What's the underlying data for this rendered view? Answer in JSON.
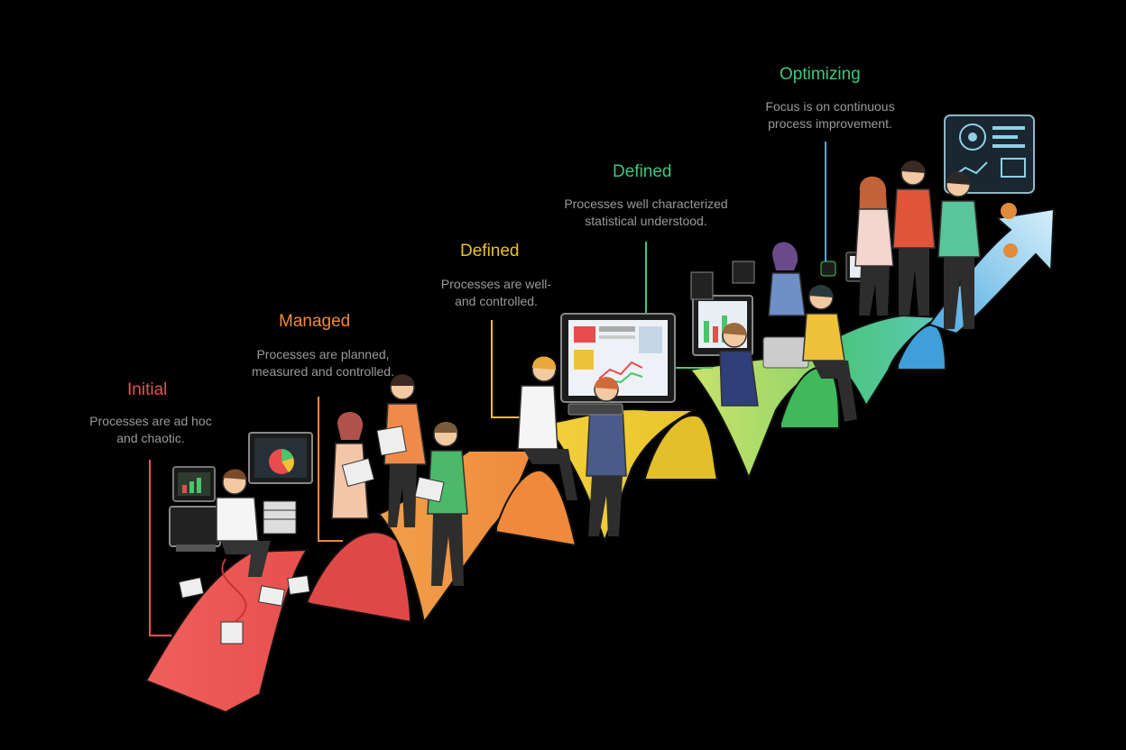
{
  "stages": [
    {
      "title": "Initial",
      "desc_line1": "Processes are ad hoc",
      "desc_line2": "and chaotic.",
      "color": "#e8505b"
    },
    {
      "title": "Managed",
      "desc_line1": "Processes are planned,",
      "desc_line2": "measured and controlled.",
      "color": "#ef8a3c"
    },
    {
      "title": "Defined",
      "desc_line1": "Processes are well-",
      "desc_line2": "and controlled.",
      "color": "#e9c12a"
    },
    {
      "title": "Defined",
      "desc_line1": "Processes well characterized",
      "desc_line2": "statistical understood.",
      "color": "#3ec77a"
    },
    {
      "title": "Optimizing",
      "desc_line1": "Focus is on continuous",
      "desc_line2": "process improvement.",
      "color": "#3ec77a"
    }
  ],
  "ribbon_colors": [
    "#ee5f5b",
    "#f2873f",
    "#f3b93a",
    "#b7de5a",
    "#4dc783",
    "#62c5d8",
    "#b9e3f6"
  ]
}
